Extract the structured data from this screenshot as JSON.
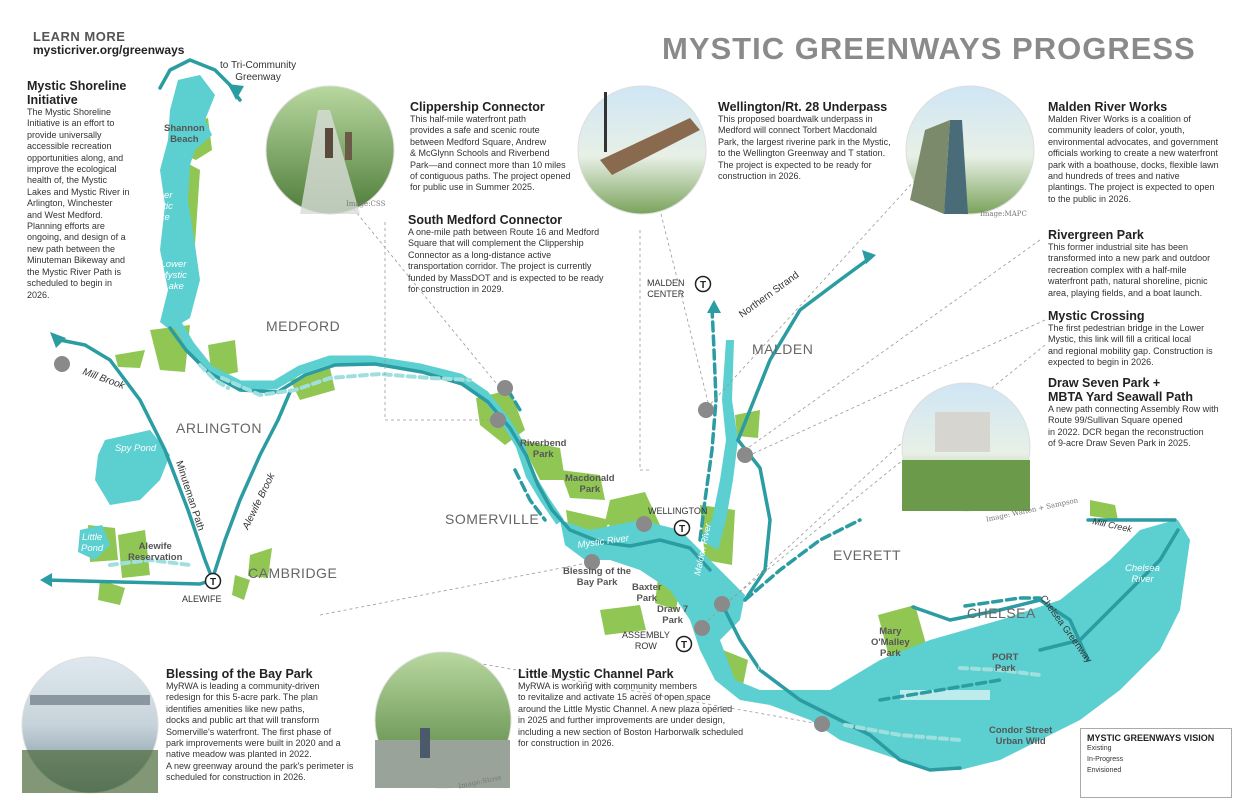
{
  "header": {
    "learn_more": "LEARN MORE",
    "url": "mysticriver.org/greenways",
    "title": "MYSTIC GREENWAYS PROGRESS"
  },
  "colors": {
    "river": "#5ccfd0",
    "path": "#2a9ca2",
    "green": "#8bc34a",
    "marker": "#8a8a8a"
  },
  "projects": {
    "shoreline": {
      "title": "Mystic Shoreline Initiative",
      "lines": [
        "The Mystic Shoreline",
        "Initiative is an effort to",
        "provide universally",
        "accessible recreation",
        "opportunities along, and",
        "improve the ecological",
        "health of, the Mystic",
        "Lakes and Mystic River in",
        "Arlington, Winchester",
        "and West Medford.",
        "Planning efforts are",
        "ongoing, and design of a",
        "new path between the",
        "Minuteman Bikeway and",
        "the Mystic River Path is",
        "scheduled to begin in",
        "2026."
      ]
    },
    "clippership": {
      "title": "Clippership Connector",
      "lines": [
        "This half-mile waterfront path",
        "provides a safe and scenic route",
        "between Medford Square, Andrew",
        "& McGlynn Schools and Riverbend",
        "Park—and connect more than 10 miles",
        "of contiguous paths. The project opened",
        "for public use in Summer 2025."
      ]
    },
    "south_medford": {
      "title": "South Medford Connector",
      "lines": [
        "A one-mile path between Route 16 and Medford",
        "Square that will complement the Clippership",
        "Connector as a long-distance active",
        "transportation corridor. The project is currently",
        "funded by MassDOT and is expected to be ready",
        "for construction in 2029."
      ]
    },
    "wellington": {
      "title": "Wellington/Rt. 28 Underpass",
      "lines": [
        "This proposed boardwalk underpass in",
        "Medford will connect Torbert Macdonald",
        "Park, the largest riverine park in the Mystic,",
        "to the Wellington Greenway and T station.",
        "The project is expected to be ready for",
        "construction in 2026."
      ]
    },
    "malden_river": {
      "title": "Malden River Works",
      "lines": [
        "Malden River Works is a coalition of",
        "community leaders of color, youth,",
        "environmental advocates, and government",
        "officials working to create a new waterfront",
        "park with a boathouse, docks, flexible lawn",
        "and hundreds of trees and native",
        "plantings. The project is expected to open",
        "to the public in 2026."
      ]
    },
    "rivergreen": {
      "title": "Rivergreen Park",
      "lines": [
        "This former industrial site has been",
        "transformed into a new park and outdoor",
        "recreation complex with a half-mile",
        "waterfront path, natural shoreline, picnic",
        "area, playing fields, and a boat launch."
      ]
    },
    "mystic_crossing": {
      "title": "Mystic Crossing",
      "lines": [
        "The first pedestrian bridge in the Lower",
        "Mystic, this link will fill a critical local",
        "and regional mobility gap. Construction is",
        "expected to begin in 2026."
      ]
    },
    "draw_seven": {
      "title1": "Draw Seven Park +",
      "title2": "MBTA Yard Seawall Path",
      "lines": [
        "A new path connecting Assembly Row with",
        "Route 99/Sullivan Square opened",
        "in 2022.  DCR began the reconstruction",
        "of 9-acre Draw Seven Park in 2025."
      ]
    },
    "blessing": {
      "title": "Blessing of the Bay Park",
      "lines": [
        "MyRWA is leading a community-driven",
        "redesign for this 5-acre park. The plan",
        "identifies amenities like new paths,",
        "docks and public art that will transform",
        "Somerville's waterfront. The first phase of",
        "park improvements were built in 2020 and a",
        "native meadow was planted in 2022.",
        "A new greenway around the park's perimeter is",
        "scheduled for construction in 2026."
      ]
    },
    "little_mystic": {
      "title": "Little Mystic Channel Park",
      "lines": [
        "MyRWA is working with community members",
        "to revitalize and activate 15 acres of open space",
        "around the Little Mystic Channel. A new plaza opened",
        "in 2025 and further improvements are under design,",
        "including a new section of Boston Harborwalk scheduled",
        "for construction in 2026."
      ]
    }
  },
  "credits": {
    "css": "Image:CSS",
    "mapc": "Image:MAPC",
    "walton": "Image: Walton + Sampson",
    "stoss": "Image:Stoss"
  },
  "towns": {
    "medford": "MEDFORD",
    "arlington": "ARLINGTON",
    "somerville": "SOMERVILLE",
    "cambridge": "CAMBRIDGE",
    "malden": "MALDEN",
    "everett": "EVERETT",
    "chelsea": "CHELSEA"
  },
  "places": {
    "shannon_beach": "Shannon\nBeach",
    "riverbend": "Riverbend\nPark",
    "macdonald": "Macdonald\nPark",
    "blessing": "Blessing of the\nBay Park",
    "baxter": "Baxter\nPark",
    "draw7": "Draw 7\nPark",
    "mary_omalley": "Mary\nO'Malley\nPark",
    "port_park": "PORT\nPark",
    "condor": "Condor Street\nUrban Wild",
    "alewife_res": "Alewife\nReservation"
  },
  "water": {
    "upper_lake": "Upper\nMystic\nLake",
    "lower_lake": "Lower\nMystic\nLake",
    "spy_pond": "Spy Pond",
    "little_pond": "Little\nPond",
    "mystic_river_1": "Mystic River",
    "mystic_river_2": "Mystic River",
    "malden_river": "Malden River",
    "chelsea_river": "Chelsea\nRiver"
  },
  "paths": {
    "tri_community": "to Tri-Community\nGreenway",
    "mill_brook": "Mill Brook",
    "minuteman": "Minuteman Path",
    "alewife_brook": "Alewife Brook",
    "northern_strand": "Northern Strand",
    "mill_creek": "Mill Creek",
    "chelsea_greenway": "Chelsea Greenway"
  },
  "stations": {
    "alewife": "ALEWIFE",
    "malden_center": "MALDEN\nCENTER",
    "wellington": "WELLINGTON",
    "assembly_row": "ASSEMBLY\nROW",
    "t_symbol": "T"
  },
  "legend": {
    "title": "MYSTIC GREENWAYS VISION",
    "existing": "Existing",
    "in_progress": "In-Progress",
    "envisioned": "Envisioned"
  }
}
